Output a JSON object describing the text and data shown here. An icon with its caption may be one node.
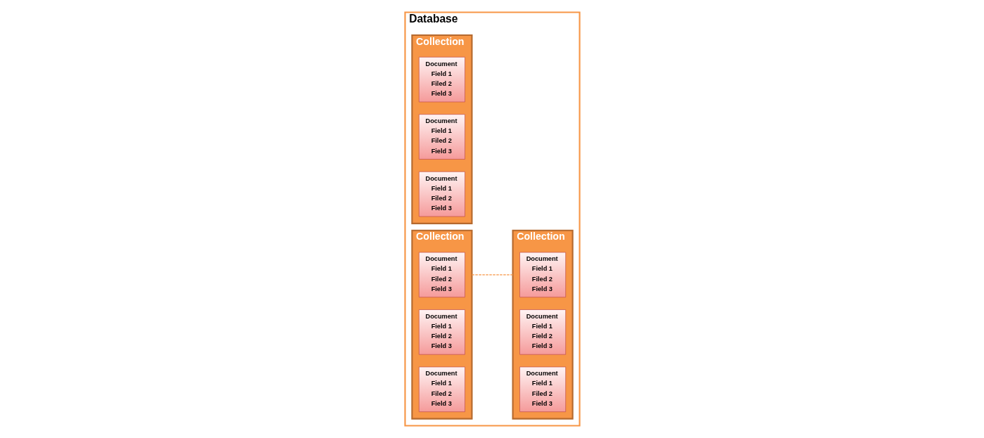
{
  "diagram": {
    "nodes": [
      {
        "text": [
          "Database"
        ]
      },
      {
        "text": [
          "Collection"
        ],
        "in": 0
      },
      {
        "text": [
          "Document",
          "Field 1",
          "Filed 2",
          "Field 3"
        ],
        "in": 1
      },
      {
        "text": [
          "Document",
          "Field 1",
          "Filed 2",
          "Field 3"
        ],
        "in": 1
      },
      {
        "text": [
          "Document",
          "Field 1",
          "Filed 2",
          "Field 3"
        ],
        "in": 1
      },
      {
        "text": [
          "Collection"
        ],
        "in": 0
      },
      {
        "text": [
          "Document",
          "Field 1",
          "Filed 2",
          "Field 3"
        ],
        "in": 5
      },
      {
        "text": [
          "Document",
          "Field 1",
          "Field 2",
          "Field 3"
        ],
        "in": 5
      },
      {
        "text": [
          "Document",
          "Field 1",
          "Filed 2",
          "Field 3"
        ],
        "in": 5
      },
      {
        "text": [
          "Collection"
        ],
        "in": 0
      },
      {
        "text": [
          "Document",
          "Field 1",
          "Filed 2",
          "Field 3"
        ],
        "in": 9
      },
      {
        "text": [
          "Document",
          "Field 1",
          "Field 2",
          "Field 3"
        ],
        "in": 9
      },
      {
        "text": [
          "Document",
          "Field 1",
          "Filed 2",
          "Field 3"
        ],
        "in": 9
      }
    ],
    "edges": [
      {
        "from": 5,
        "to": 9,
        "arrow": "none",
        "style": "dashed",
        "color": "#f79646"
      }
    ]
  }
}
